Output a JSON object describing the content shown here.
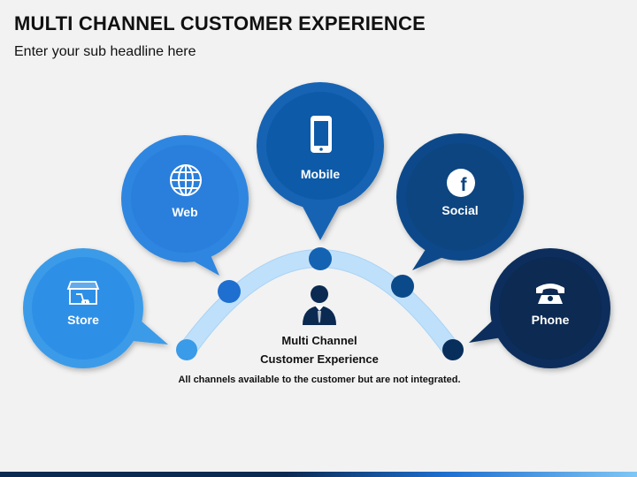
{
  "title": "MULTI CHANNEL CUSTOMER EXPERIENCE",
  "subtitle": "Enter your sub headline here",
  "center": {
    "line1": "Multi Channel",
    "line2": "Customer Experience",
    "note": "All channels available to the customer but are not integrated."
  },
  "channels": [
    {
      "label": "Store",
      "icon": "store-icon",
      "color": "#3a9be8",
      "inner": "#2f8fe6"
    },
    {
      "label": "Web",
      "icon": "globe-icon",
      "color": "#2f86e0",
      "inner": "#2b7fdc"
    },
    {
      "label": "Mobile",
      "icon": "mobile-icon",
      "color": "#1463b3",
      "inner": "#0f5aa8"
    },
    {
      "label": "Social",
      "icon": "facebook-icon",
      "color": "#0b4a8a",
      "inner": "#0a4480"
    },
    {
      "label": "Phone",
      "icon": "phone-icon",
      "color": "#082f5c",
      "inner": "#072a52"
    }
  ],
  "colors": {
    "arc": "#bfe0fa",
    "arc_edge": "#a9d3f5",
    "dot_store": "#3a9be8",
    "dot_web": "#1e6fd0",
    "dot_mobile": "#1463b3",
    "dot_social": "#0b4a8a",
    "dot_phone": "#082f5c",
    "person": "#0b2a52"
  }
}
